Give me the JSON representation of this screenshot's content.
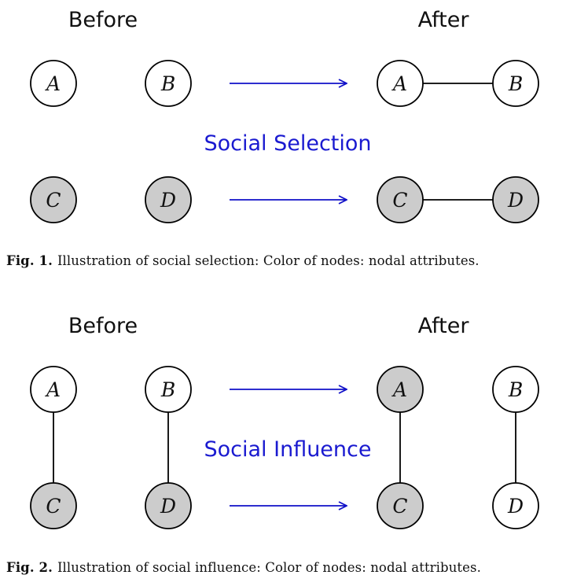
{
  "figures": [
    {
      "before_label": "Before",
      "after_label": "After",
      "process_label": "Social Selection",
      "caption_num": "Fig. 1.",
      "caption_text": "Illustration of social selection: Color of nodes: nodal attributes.",
      "before_nodes": [
        {
          "label": "A",
          "shaded": false
        },
        {
          "label": "B",
          "shaded": false
        },
        {
          "label": "C",
          "shaded": true
        },
        {
          "label": "D",
          "shaded": true
        }
      ],
      "before_edges": [],
      "after_nodes": [
        {
          "label": "A",
          "shaded": false
        },
        {
          "label": "B",
          "shaded": false
        },
        {
          "label": "C",
          "shaded": true
        },
        {
          "label": "D",
          "shaded": true
        }
      ],
      "after_edges": [
        [
          "A",
          "B"
        ],
        [
          "C",
          "D"
        ]
      ]
    },
    {
      "before_label": "Before",
      "after_label": "After",
      "process_label": "Social Influence",
      "caption_num": "Fig. 2.",
      "caption_text": "Illustration of social influence: Color of nodes: nodal attributes.",
      "before_nodes": [
        {
          "label": "A",
          "shaded": false
        },
        {
          "label": "B",
          "shaded": false
        },
        {
          "label": "C",
          "shaded": true
        },
        {
          "label": "D",
          "shaded": true
        }
      ],
      "before_edges": [
        [
          "A",
          "C"
        ],
        [
          "B",
          "D"
        ]
      ],
      "after_nodes": [
        {
          "label": "A",
          "shaded": true
        },
        {
          "label": "B",
          "shaded": false
        },
        {
          "label": "C",
          "shaded": true
        },
        {
          "label": "D",
          "shaded": false
        }
      ],
      "after_edges": [
        [
          "A",
          "C"
        ],
        [
          "B",
          "D"
        ]
      ]
    }
  ],
  "colors": {
    "arrow": "#1010c8",
    "process_text": "#1a1ad0",
    "node_shaded": "#cccccc",
    "node_plain": "#ffffff",
    "stroke": "#000000"
  }
}
